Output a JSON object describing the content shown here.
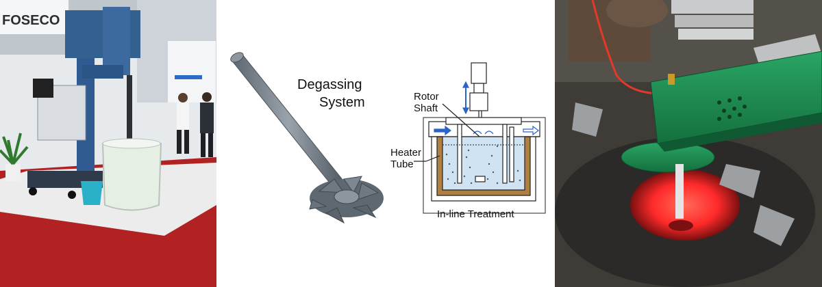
{
  "panels": {
    "booth_photo": {
      "sign_text": "FOSECO"
    },
    "diagram": {
      "title_line1": "Degassing",
      "title_line2": "System",
      "label_rotor": "Rotor",
      "label_shaft": "Shaft",
      "label_heater": "Heater",
      "label_tube": "Tube",
      "caption": "In-line Treatment"
    },
    "furnace_photo": {}
  },
  "colors": {
    "booth_wall": "#e9ecef",
    "booth_floor": "#b32222",
    "machine_blue": "#2f5a92",
    "rotor_gray": "#7d8791",
    "diagram_arrow_blue": "#2a64c8",
    "diagram_arrow_light": "#9cc3f0",
    "melt_blue": "#cfe3f3",
    "refractory_brown": "#b07f42",
    "furnace_glow": "#ff2a2a",
    "cover_green": "#1f8f52"
  }
}
